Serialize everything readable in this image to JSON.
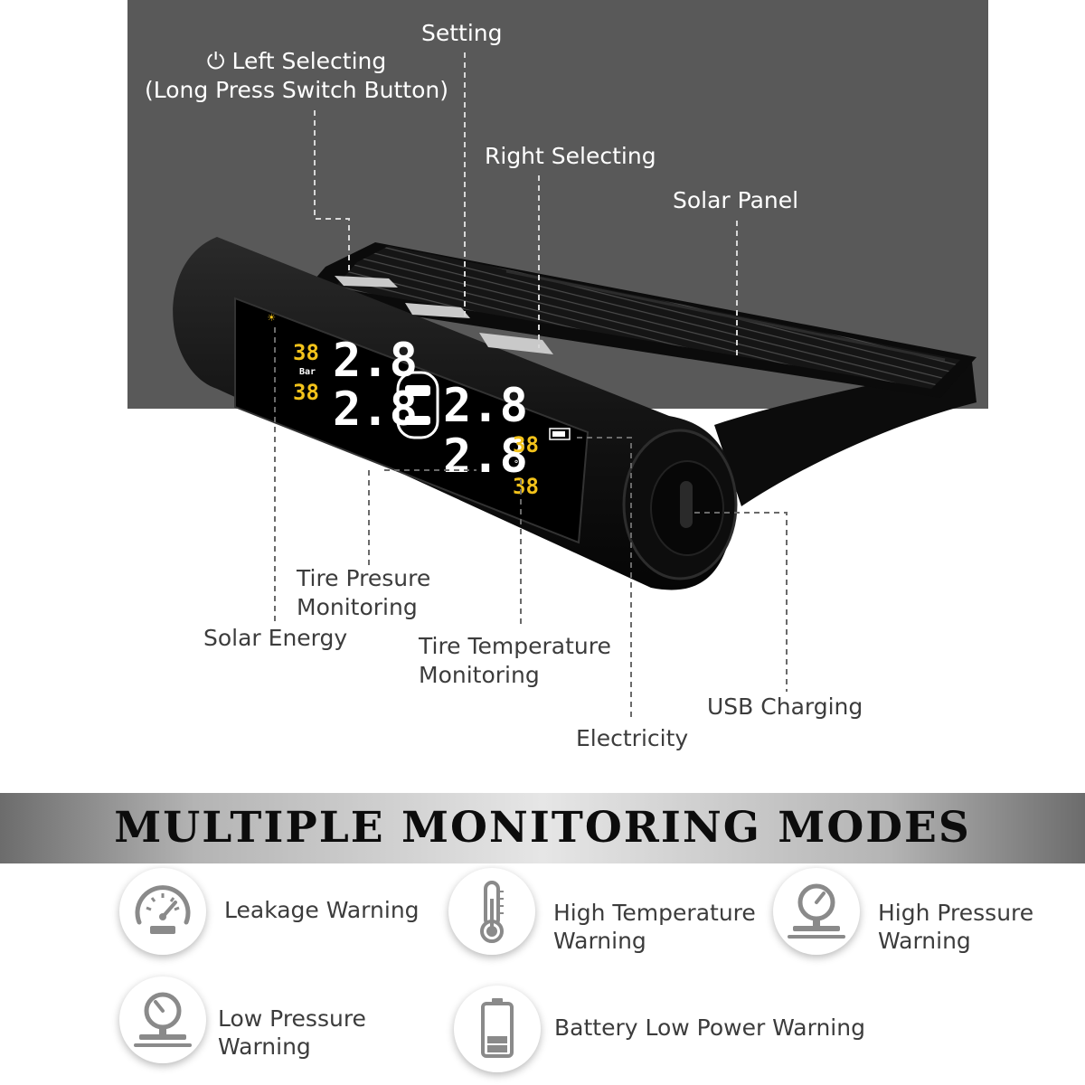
{
  "callouts": {
    "setting": "Setting",
    "left_selecting_line1": "Left Selecting",
    "left_selecting_line2": "(Long Press Switch Button)",
    "right_selecting": "Right Selecting",
    "solar_panel": "Solar Panel",
    "tire_pressure_line1": "Tire Presure",
    "tire_pressure_line2": "Monitoring",
    "solar_energy": "Solar Energy",
    "tire_temp_line1": "Tire Temperature",
    "tire_temp_line2": "Monitoring",
    "electricity": "Electricity",
    "usb_charging": "USB Charging"
  },
  "display": {
    "small_left_top": "38",
    "unit_bar": "Bar",
    "small_left_bottom": "38",
    "big_1": "2.8",
    "big_2": "2.8",
    "big_3": "2.8",
    "big_4": "2.8",
    "small_right_top": "38",
    "unit_celsius": "°C",
    "small_right_bottom": "38"
  },
  "banner": {
    "title": "MULTIPLE MONITORING MODES"
  },
  "features": [
    {
      "icon": "speedometer-icon",
      "lines": [
        "Leakage Warning"
      ]
    },
    {
      "icon": "thermometer-icon",
      "lines": [
        "High Temperature",
        "Warning"
      ]
    },
    {
      "icon": "pressure-gauge-icon",
      "lines": [
        "High Pressure",
        "Warning"
      ]
    },
    {
      "icon": "pressure-gauge-icon",
      "lines": [
        "Low Pressure",
        "Warning"
      ]
    },
    {
      "icon": "battery-icon",
      "lines": [
        "Battery Low Power Warning"
      ]
    }
  ],
  "colors": {
    "lcd_yellow": "#f2c21a",
    "lcd_white": "#ffffff",
    "icon_gray": "#8a8a8a"
  }
}
